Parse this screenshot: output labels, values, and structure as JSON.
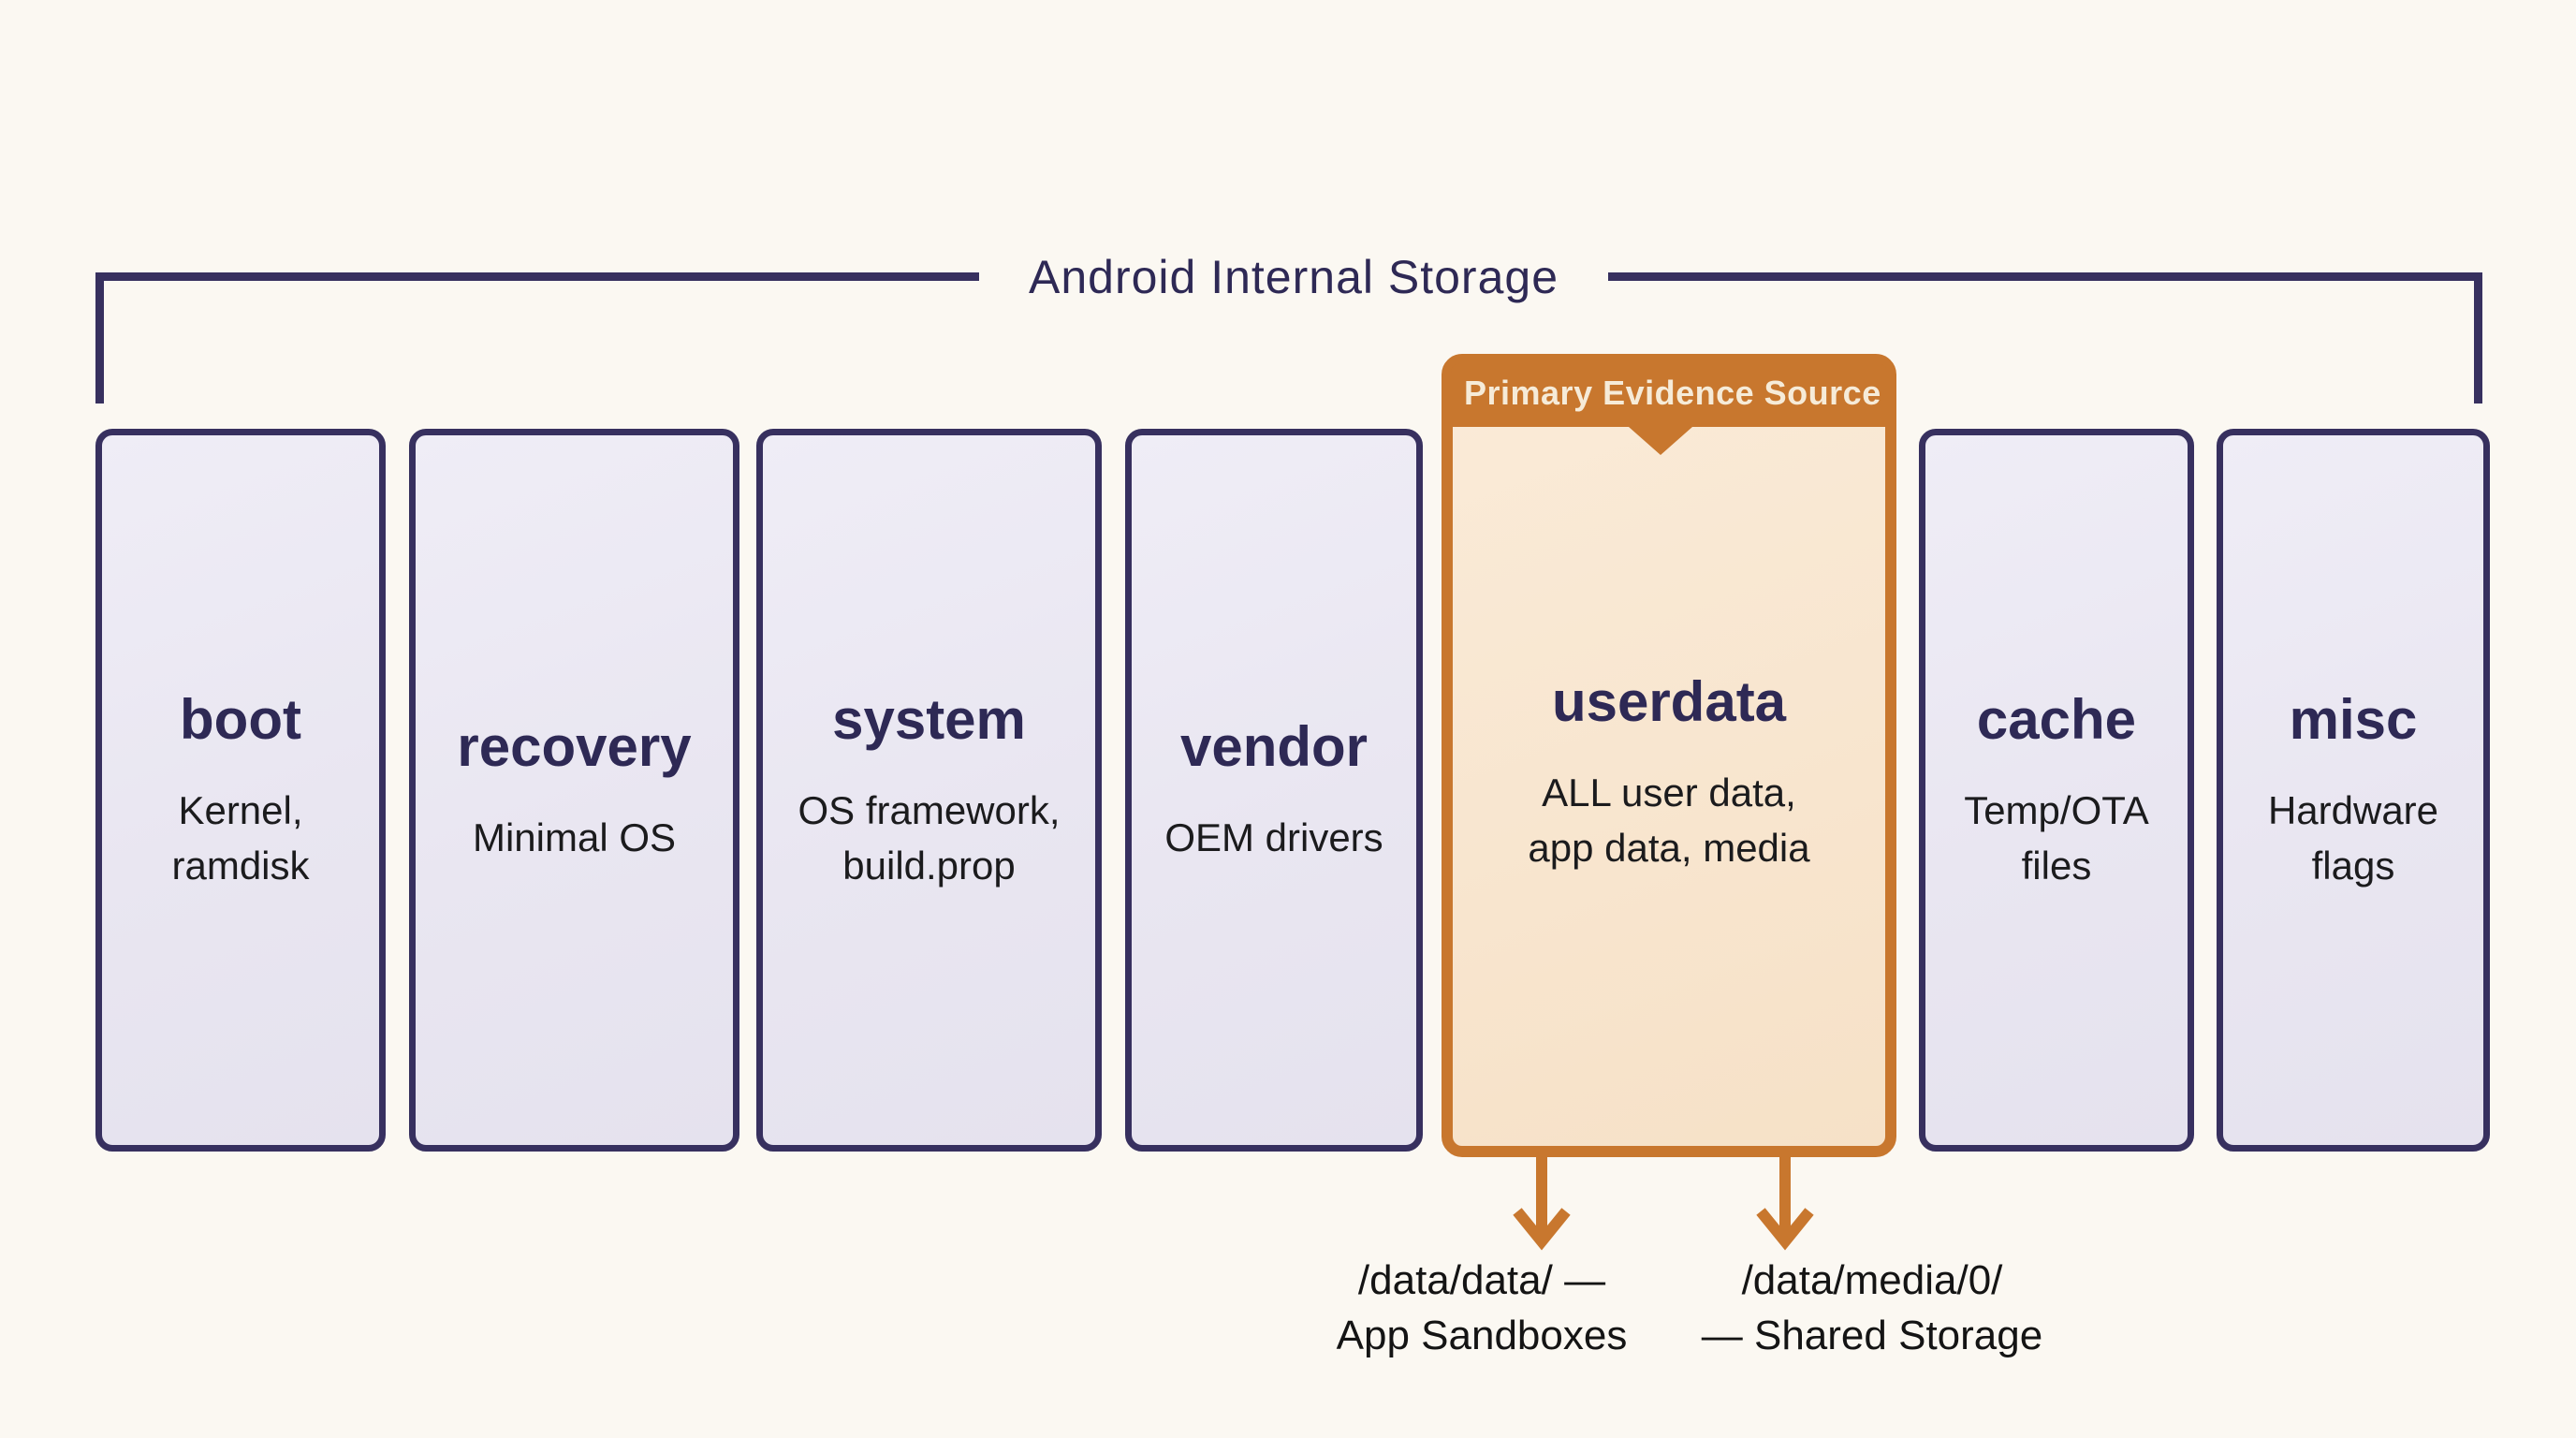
{
  "title": "Android Internal Storage",
  "highlight": {
    "label": "Primary Evidence Source"
  },
  "partitions": [
    {
      "name": "boot",
      "desc": "Kernel,\nramdisk",
      "highlighted": false
    },
    {
      "name": "recovery",
      "desc": "Minimal OS",
      "highlighted": false
    },
    {
      "name": "system",
      "desc": "OS framework,\nbuild.prop",
      "highlighted": false
    },
    {
      "name": "vendor",
      "desc": "OEM drivers",
      "highlighted": false
    },
    {
      "name": "userdata",
      "desc": "ALL user data,\napp data, media",
      "highlighted": true
    },
    {
      "name": "cache",
      "desc": "Temp/OTA\nfiles",
      "highlighted": false
    },
    {
      "name": "misc",
      "desc": "Hardware\nflags",
      "highlighted": false
    }
  ],
  "callouts": [
    {
      "line1": "/data/data/ —",
      "line2": "App Sandboxes"
    },
    {
      "line1": "/data/media/0/",
      "line2": "— Shared Storage"
    }
  ],
  "colors": {
    "background": "#FBF8F2",
    "navy_border": "#37305F",
    "navy_text": "#2E2955",
    "lavender_fill": "#E9E6F1",
    "orange_accent": "#C8772E",
    "peach_fill": "#F8E5CE",
    "header_text": "#F6EBD8",
    "body_text": "#1B1B1D"
  }
}
